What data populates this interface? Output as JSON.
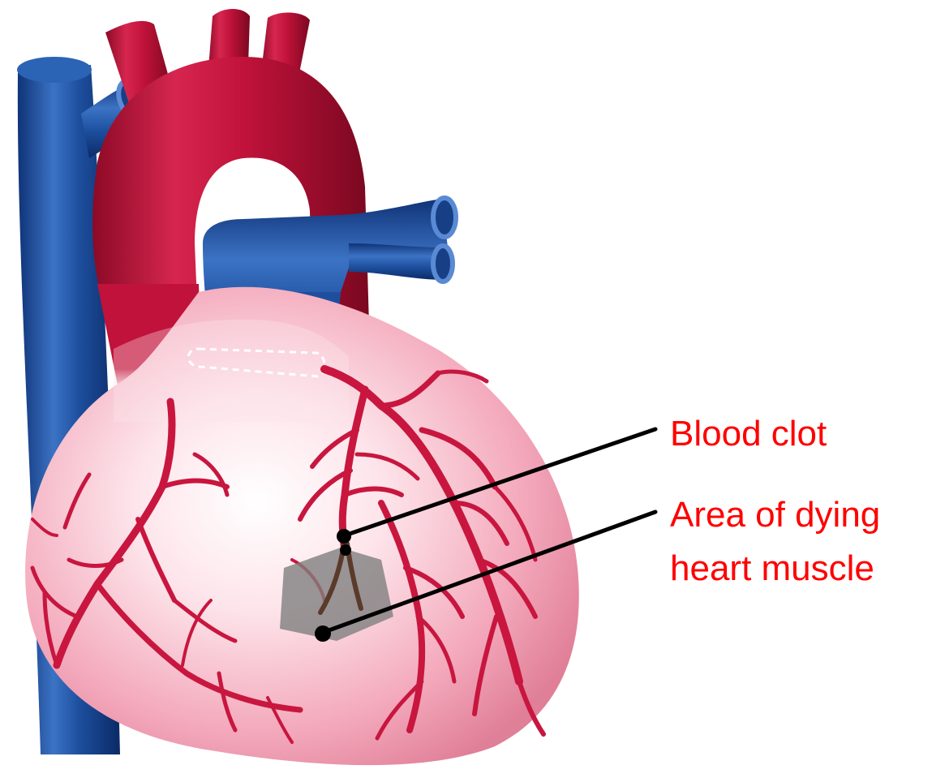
{
  "labels": {
    "blood_clot": "Blood clot",
    "dying_area_line1": "Area of dying",
    "dying_area_line2": "heart muscle"
  },
  "colors": {
    "label_text": "#ff0000",
    "leader_line": "#000000",
    "vein_blue": "#1d4f9e",
    "artery_red": "#c0123a",
    "coronary_red": "#c8163f",
    "heart_pink": "#f4b3c3",
    "heart_highlight": "#ffffff",
    "infarct_gray": "#7f7f7f",
    "clot_brown": "#5a3a2a"
  }
}
